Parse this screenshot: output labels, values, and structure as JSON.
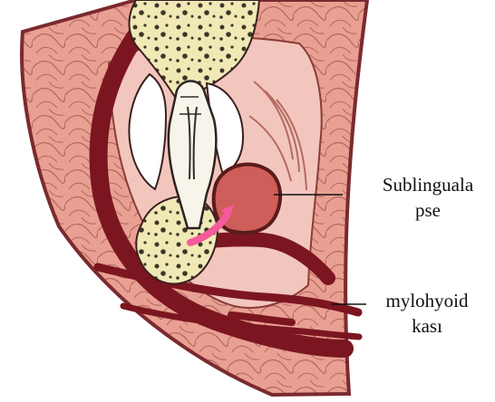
{
  "labels": {
    "sublingual": {
      "line1": "Sublinguala",
      "line2": "pse"
    },
    "mylohyoid": {
      "line1": "mylohyoid",
      "line2": "kası"
    }
  },
  "colors": {
    "muscle": "#e9a092",
    "muscle_dark": "#d87f72",
    "mucosa": "#f3c6bd",
    "muscle_band": "#7b1621",
    "bone": "#f0e9b6",
    "tooth": "#f7f5ea",
    "abscess": "#cf5d59",
    "arrow": "#f45a9c",
    "outline": "#3a2020",
    "white_space": "#ffffff"
  },
  "icons": {
    "arrow": "pink-curved-arrow-icon"
  }
}
